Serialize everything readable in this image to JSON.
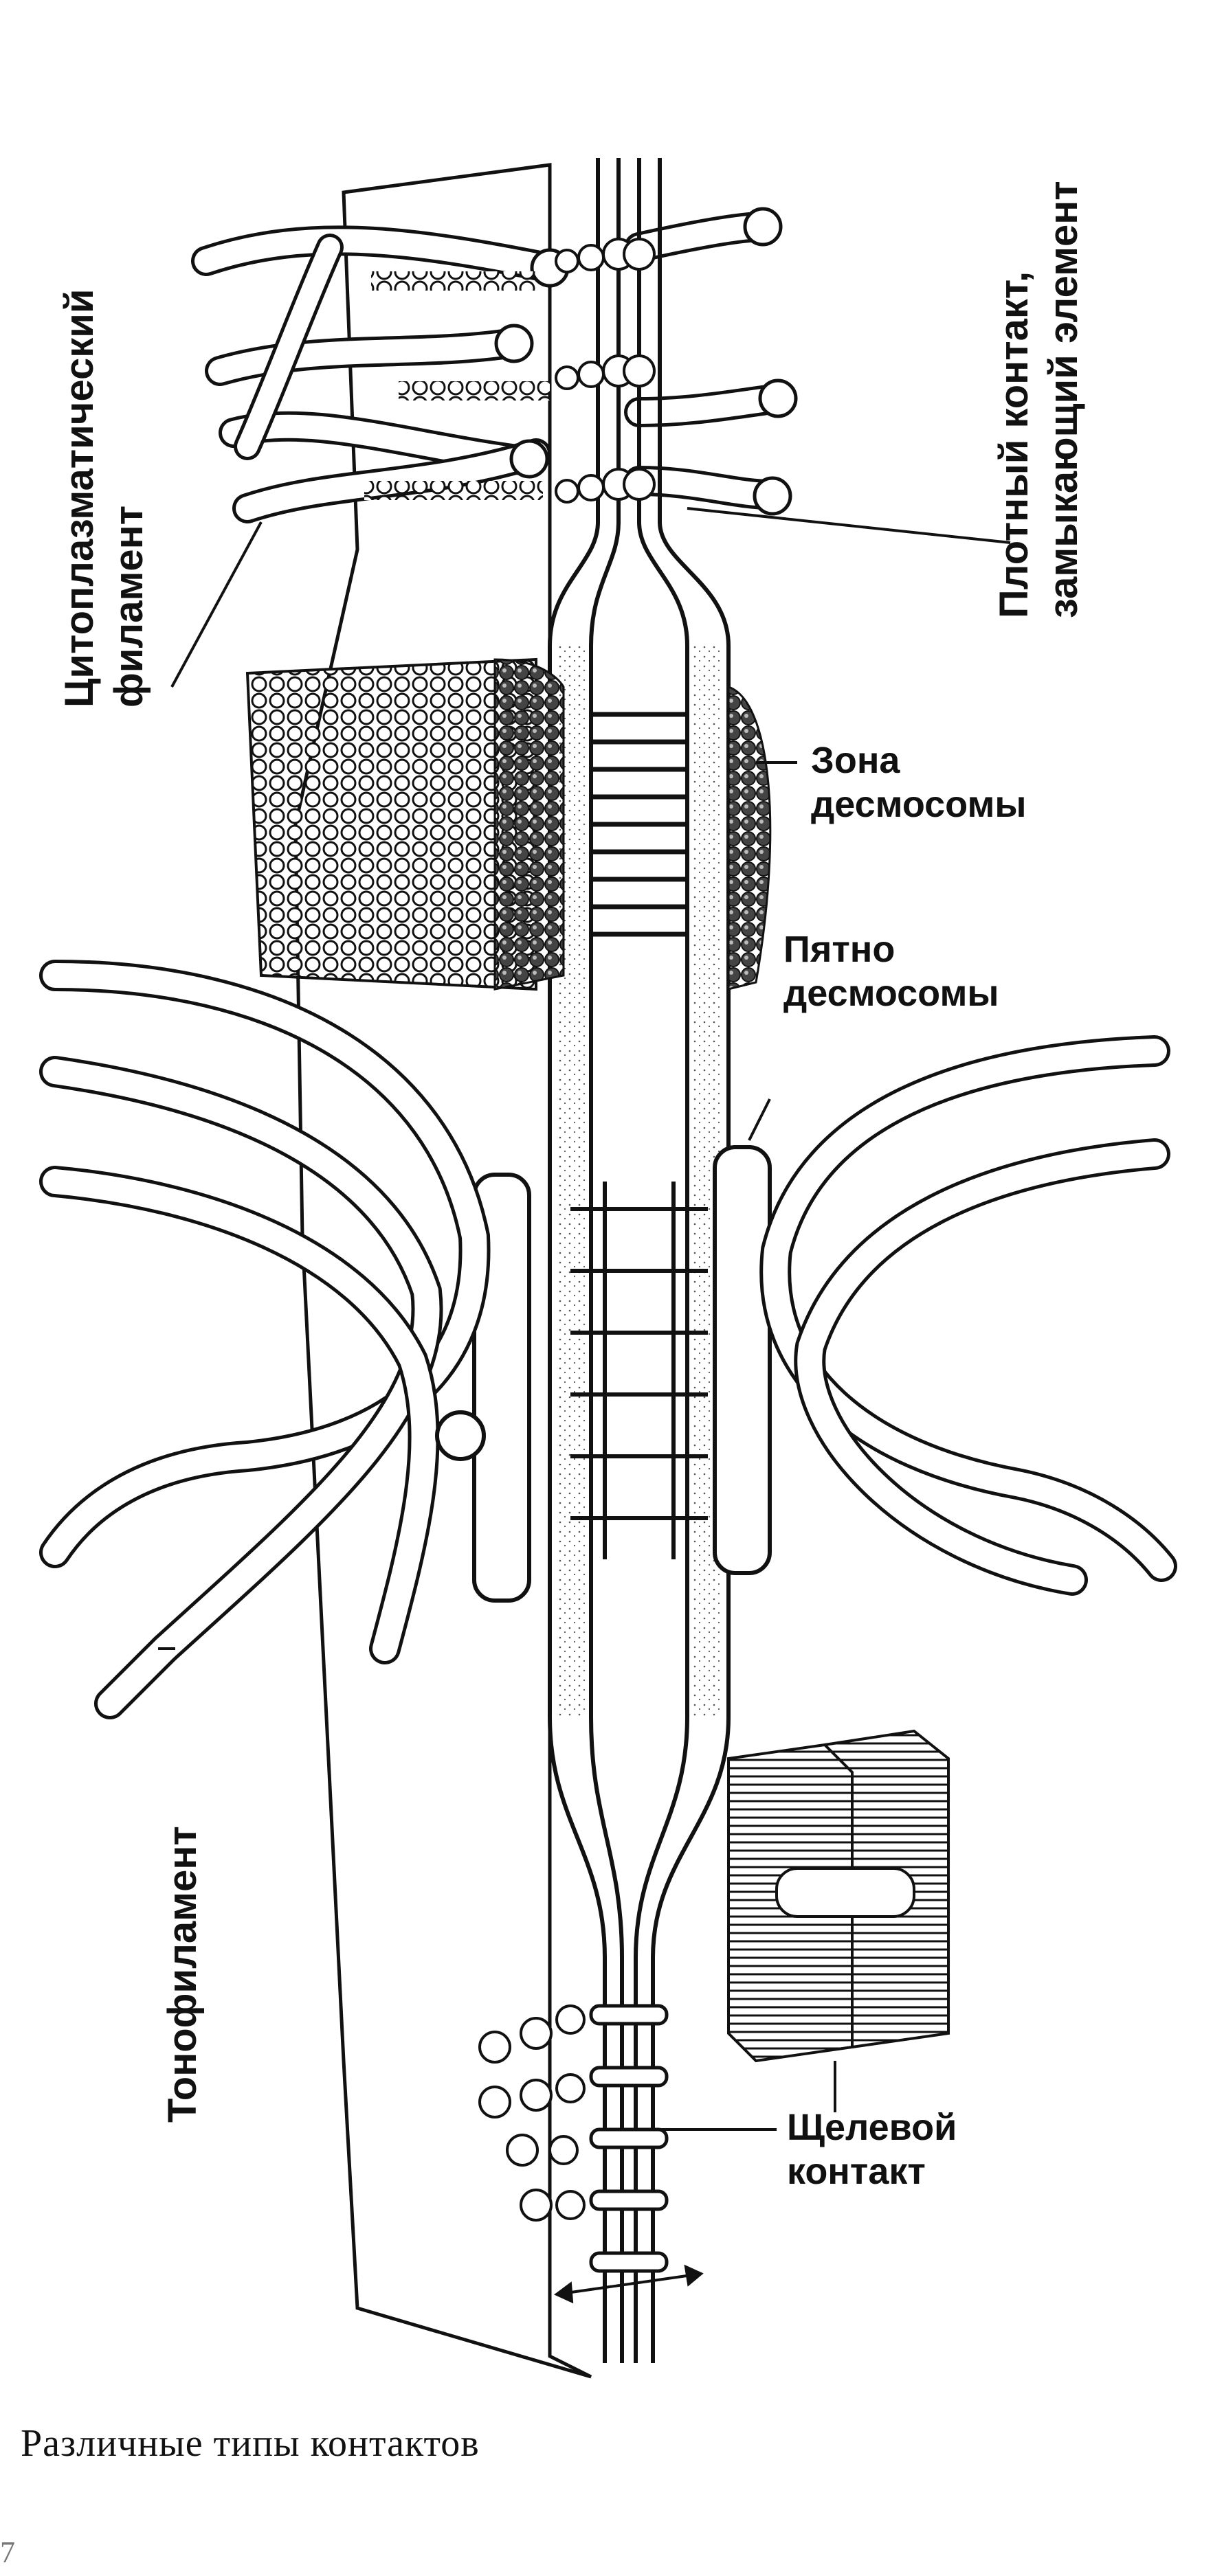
{
  "labels": {
    "cytoplasmic_line1": "Цитоплазматический",
    "cytoplasmic_line2": "филамент",
    "tight_line1": "Плотный контакт,",
    "tight_line2": "замыкающий элемент",
    "zone_line1": "Зона",
    "zone_line2": "десмосомы",
    "spot_line1": "Пятно",
    "spot_line2": "десмосомы",
    "tonofilament": "Тонофиламент",
    "gap_line1": "Щелевой",
    "gap_line2": "контакт"
  },
  "caption": "Различные типы контактов",
  "page_number": "7",
  "colors": {
    "ink": "#111111",
    "paper": "#ffffff",
    "shade": "#555555"
  }
}
